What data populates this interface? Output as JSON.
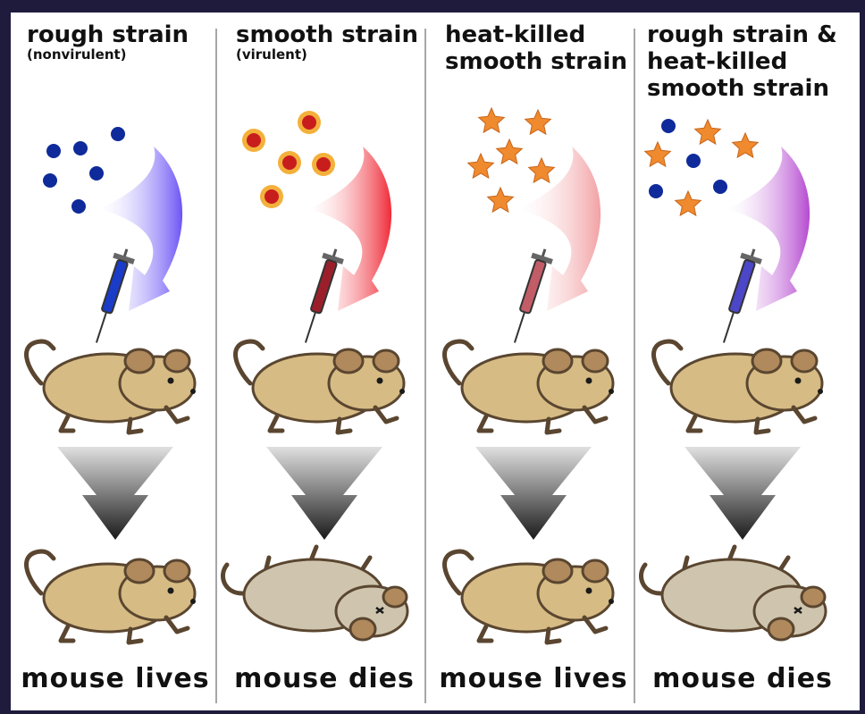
{
  "panels": [
    {
      "title_lines": [
        "rough strain"
      ],
      "subtitle": "(nonvirulent)",
      "inoculum": [
        "rough"
      ],
      "syringe_color": "#1a3cc8",
      "arrow_color": "#6b55f5",
      "outcome": "lives",
      "result": "mouse lives"
    },
    {
      "title_lines": [
        "smooth strain"
      ],
      "subtitle": "(virulent)",
      "inoculum": [
        "smooth"
      ],
      "syringe_color": "#9b1f2a",
      "arrow_color": "#ef2b38",
      "outcome": "dies",
      "result": "mouse dies"
    },
    {
      "title_lines": [
        "heat-killed",
        "smooth strain"
      ],
      "subtitle": "",
      "inoculum": [
        "heat-killed"
      ],
      "syringe_color": "#c25d68",
      "arrow_color": "#f2a1a4",
      "outcome": "lives",
      "result": "mouse lives"
    },
    {
      "title_lines": [
        "rough strain &",
        "heat-killed",
        "smooth strain"
      ],
      "subtitle": "",
      "inoculum": [
        "rough",
        "heat-killed"
      ],
      "syringe_color": "#4c46c8",
      "arrow_color": "#b54ad0",
      "outcome": "dies",
      "result": "mouse dies"
    }
  ],
  "colors": {
    "rough_bacteria": "#0f2a9a",
    "smooth_bacteria": "#c81d1d",
    "smooth_capsule": "#f3b13b",
    "heat_killed_star": "#f08a2e",
    "mouse_live": "#d6bb84",
    "mouse_dead": "#cfc5ae",
    "down_arrow": "#1a1a1a"
  }
}
